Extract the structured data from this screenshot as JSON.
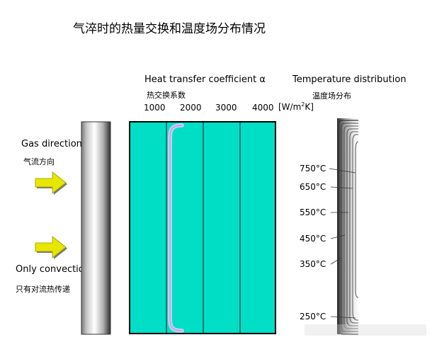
{
  "title": "气淬时的热量交换和温度场分布情况",
  "gas_direction": {
    "en": "Gas direction",
    "cn": "气流方向"
  },
  "only_convection": {
    "en": "Only convection",
    "cn": "只有对流热传递"
  },
  "htc": {
    "en": "Heat transfer coefficient α",
    "cn": "热交换系数",
    "ticks": [
      "1000",
      "2000",
      "3000",
      "4000"
    ],
    "unit_base": "[W/m",
    "unit_sup": "2",
    "unit_tail": "K]"
  },
  "temperature": {
    "en": "Temperature distribution",
    "cn": "温度场分布",
    "labels": [
      "750°C",
      "650°C",
      "550°C",
      "450°C",
      "350°C",
      "250°C"
    ]
  },
  "colors": {
    "panel_fill": "#00dec6",
    "bracket": "#c8c8f4",
    "arrow_fill": "#e6e600",
    "arrow_shadow": "#7a7a7a"
  }
}
